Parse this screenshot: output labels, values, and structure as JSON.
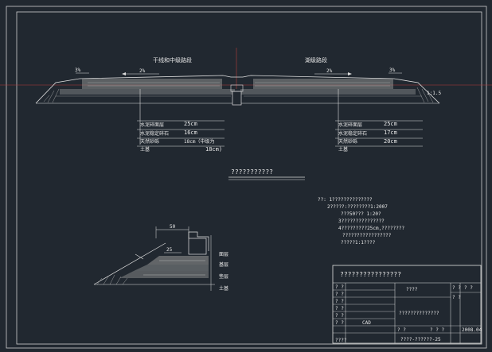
{
  "section": {
    "label_left": "干线和中级路段",
    "label_right": "湖级路段",
    "slope_left_outer": "3%",
    "slope_left_inner": "2%",
    "slope_right_inner": "2%",
    "slope_right_outer": "3%",
    "side_slope": "1:1.5",
    "left_layers": [
      {
        "name": "水泥碎面层",
        "thickness": "25cm"
      },
      {
        "name": "水泥稳定碎石",
        "thickness": "16cm"
      },
      {
        "name": "天然砂砾",
        "thickness": "18cm（中级为"
      }
    ],
    "left_extra": "18cm)",
    "left_base": "土基",
    "right_layers": [
      {
        "name": "水泥碎面层",
        "thickness": "25cm"
      },
      {
        "name": "水泥稳定碎石",
        "thickness": "17cm"
      },
      {
        "name": "天然砂砾",
        "thickness": "20cm"
      }
    ],
    "right_base": "土基"
  },
  "detail_title": "???????????",
  "notes": {
    "heading": "??:  1??????????????",
    "lines": [
      "2?????:????????1:2007",
      "???50???  1:20?",
      "3???????????????",
      "4?????????25cm,????????",
      "?????????????????",
      "?????1:1????"
    ]
  },
  "detail": {
    "dim_top": "50",
    "dim_inner": "25",
    "layer_labels": [
      "面层",
      "基层",
      "垫层",
      "土基"
    ]
  },
  "title_block": {
    "main_title": "????????????????",
    "project": "????",
    "drawing_name": "??????????????",
    "row_label": "? ?",
    "side_cells": [
      "? ?",
      "? ?",
      "? ?",
      "? ?",
      "? ?",
      "? ?",
      "????"
    ],
    "software": "CAD",
    "sheet_label": "? ?",
    "date_label": "? ? ?",
    "date": "2008.04",
    "drawing_no": "????-??????-25"
  }
}
